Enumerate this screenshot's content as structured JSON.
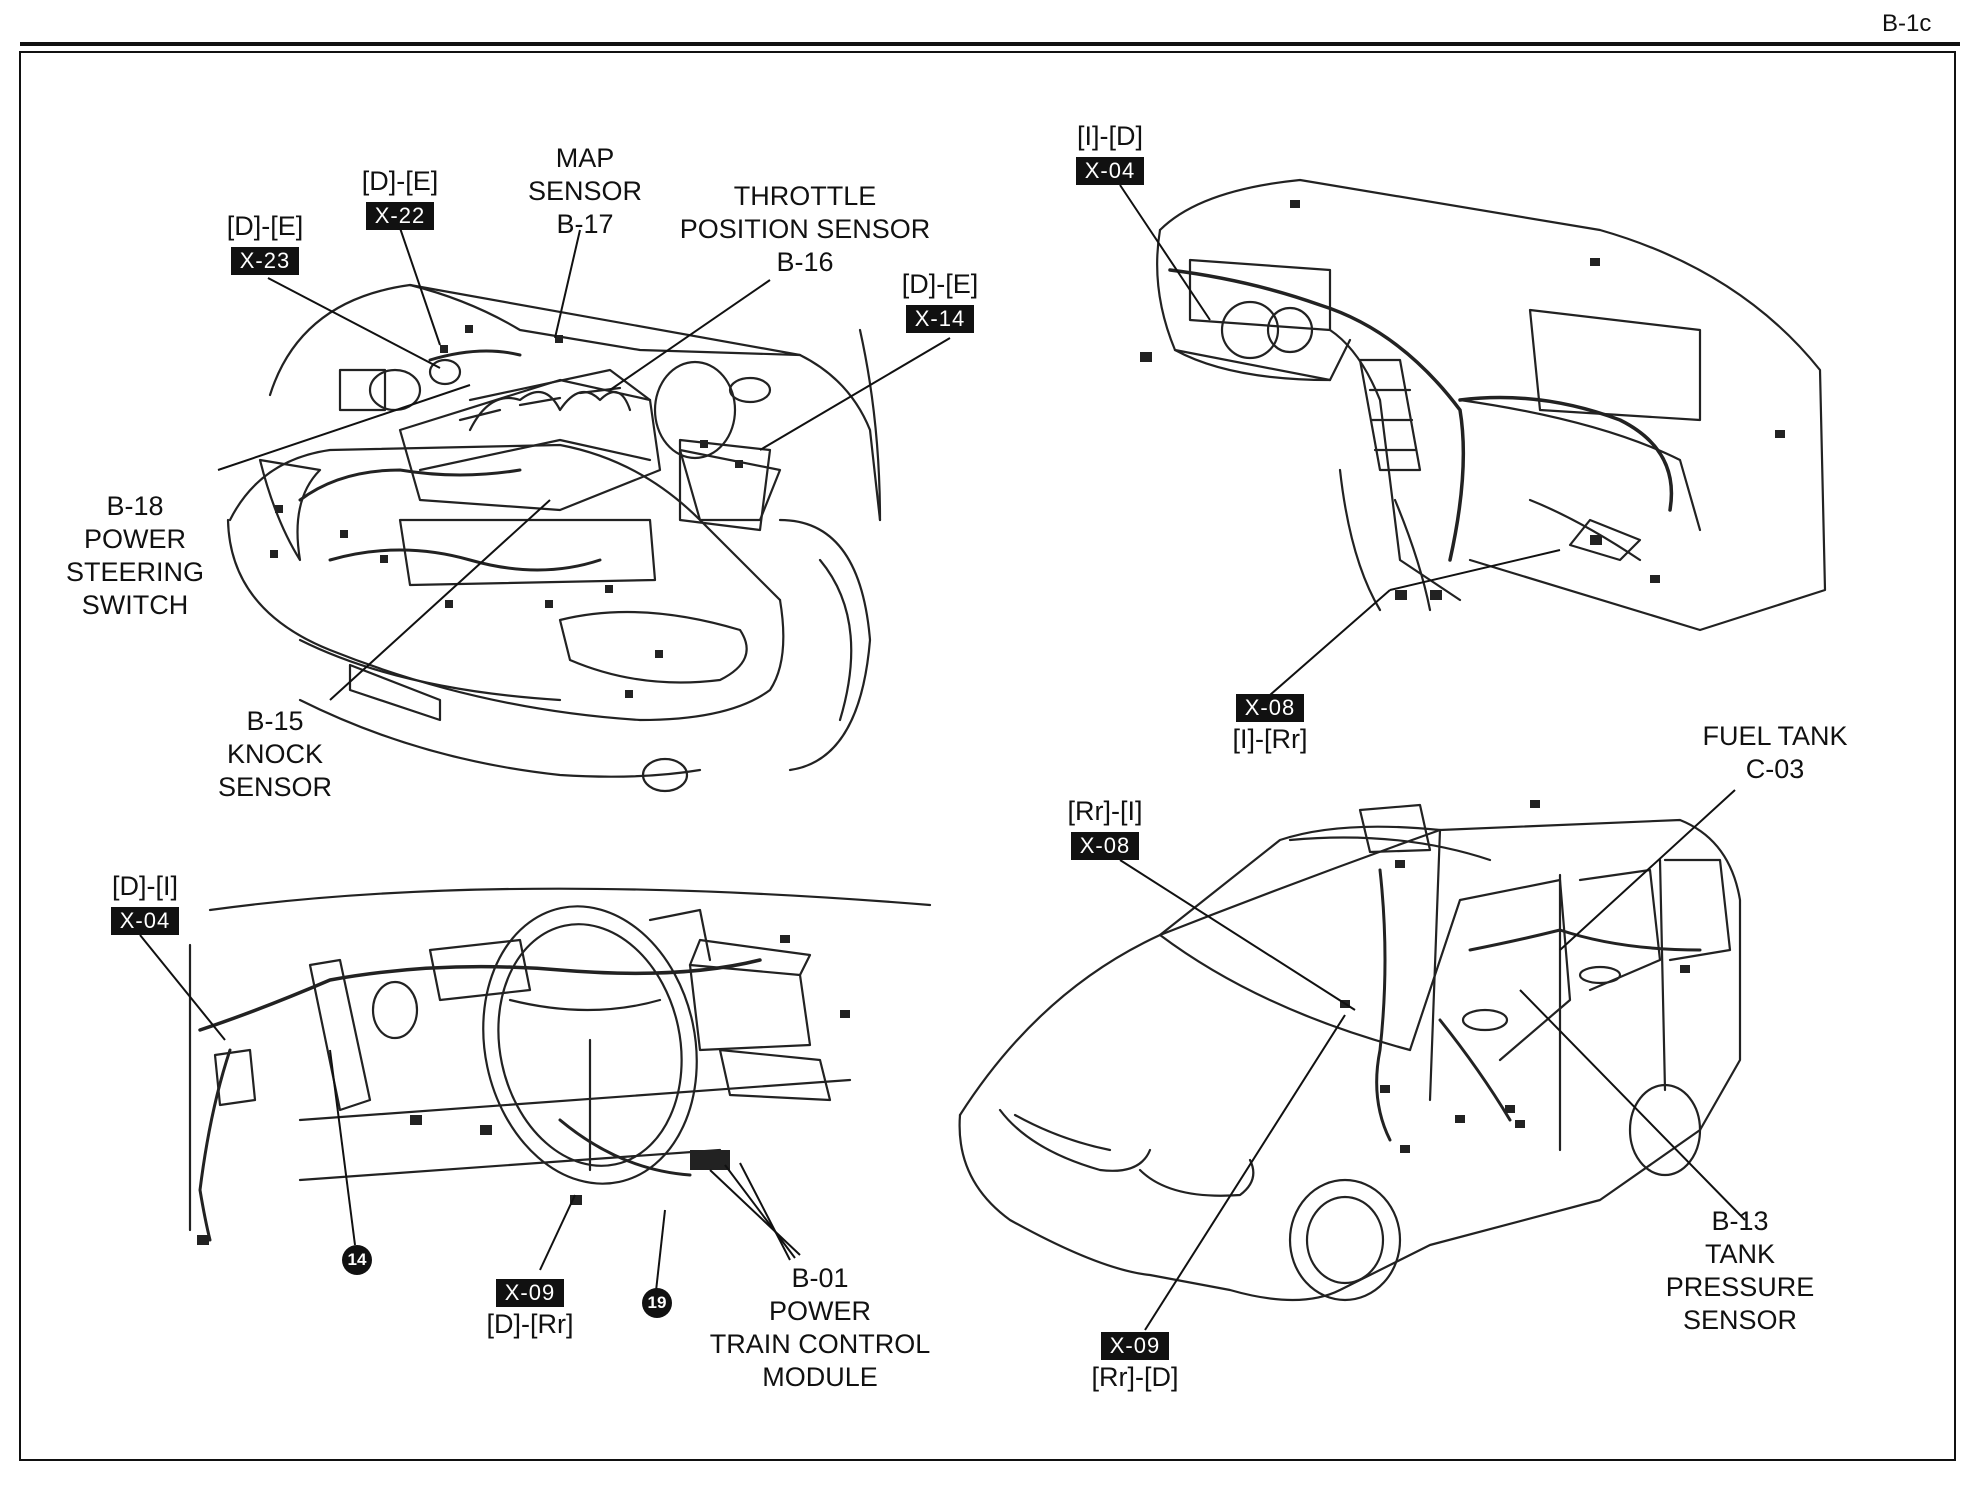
{
  "page_code": "B-1c",
  "engine_bay": {
    "x23": {
      "loc": "[D]-[E]",
      "code": "X-23"
    },
    "x22": {
      "loc": "[D]-[E]",
      "code": "X-22"
    },
    "map_sensor": {
      "l1": "MAP",
      "l2": "SENSOR",
      "l3": "B-17"
    },
    "throttle": {
      "l1": "THROTTLE",
      "l2": "POSITION SENSOR",
      "l3": "B-16"
    },
    "x14": {
      "loc": "[D]-[E]",
      "code": "X-14"
    },
    "power_steering": {
      "l1": "B-18",
      "l2": "POWER",
      "l3": "STEERING",
      "l4": "SWITCH"
    },
    "knock_sensor": {
      "l1": "B-15",
      "l2": "KNOCK",
      "l3": "SENSOR"
    }
  },
  "dashboard_rear": {
    "x04": {
      "loc": "[I]-[D]",
      "code": "X-04"
    },
    "x08": {
      "code": "X-08",
      "loc": "[I]-[Rr]"
    }
  },
  "dashboard_front": {
    "x04": {
      "loc": "[D]-[I]",
      "code": "X-04"
    },
    "x09": {
      "code": "X-09",
      "loc": "[D]-[Rr]"
    },
    "ground_14": "14",
    "ground_19": "19",
    "pcm": {
      "l1": "B-01",
      "l2": "POWER",
      "l3": "TRAIN CONTROL",
      "l4": "MODULE"
    }
  },
  "vehicle": {
    "fuel_tank": {
      "l1": "FUEL TANK",
      "l2": "C-03"
    },
    "x08": {
      "loc": "[Rr]-[I]",
      "code": "X-08"
    },
    "x09": {
      "code": "X-09",
      "loc": "[Rr]-[D]"
    },
    "tank_pressure": {
      "l1": "B-13",
      "l2": "TANK",
      "l3": "PRESSURE",
      "l4": "SENSOR"
    }
  }
}
